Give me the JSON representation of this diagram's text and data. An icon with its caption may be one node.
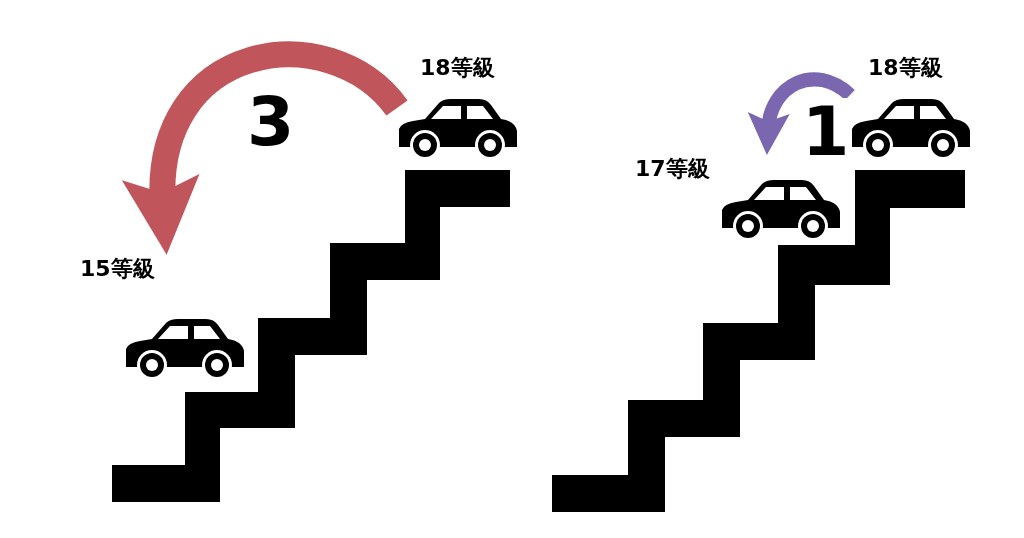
{
  "diagram": {
    "nodes": [
      {
        "text": [],
        "shape": "picture",
        "beside": [
          "18等級"
        ]
      },
      {
        "text": [],
        "shape": "picture",
        "beside": [
          "15等級"
        ]
      },
      {
        "text": [],
        "shape": "picture",
        "beside": [
          "18等級"
        ]
      },
      {
        "text": [],
        "shape": "picture",
        "beside": [
          "17等級"
        ]
      }
    ],
    "edges": [
      {
        "from": 0,
        "to": 1,
        "arrow": "to",
        "label": "3",
        "style": "thick",
        "color": "#c0565b"
      },
      {
        "from": 2,
        "to": 3,
        "arrow": "to",
        "label": "1",
        "color": "#7a67b0"
      }
    ]
  }
}
